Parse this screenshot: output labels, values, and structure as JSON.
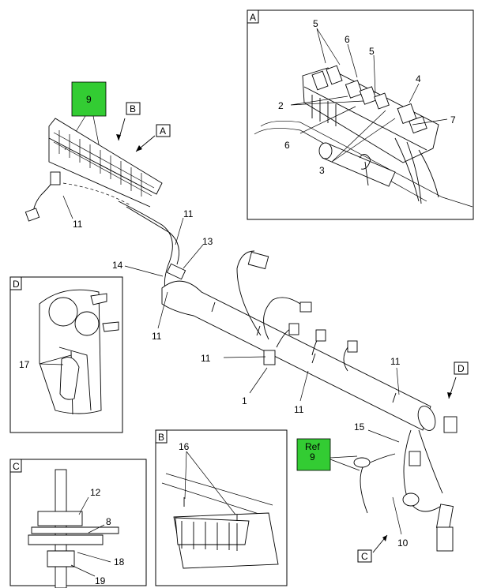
{
  "callouts": {
    "c1": "1",
    "c2": "2",
    "c3": "3",
    "c4": "4",
    "c5a": "5",
    "c5b": "5",
    "c6a": "6",
    "c6b": "6",
    "c7": "7",
    "c8": "8",
    "c9a": "9",
    "c10": "10",
    "c11a": "11",
    "c11b": "11",
    "c11c": "11",
    "c11d": "11",
    "c11e": "11",
    "c11f": "11",
    "c12": "12",
    "c13": "13",
    "c14": "14",
    "c15": "15",
    "c16": "16",
    "c17": "17",
    "c18": "18",
    "c19": "19"
  },
  "ref_box": {
    "line1": "Ref",
    "line2": "9"
  },
  "view_letters": {
    "a_panel": "A",
    "a_main": "A",
    "b_main": "B",
    "b_panel": "B",
    "c_main": "C",
    "c_panel": "C",
    "d_main": "D",
    "d_panel": "D"
  },
  "colors": {
    "highlight": "#33cc33",
    "line": "#000000",
    "background": "#ffffff"
  }
}
